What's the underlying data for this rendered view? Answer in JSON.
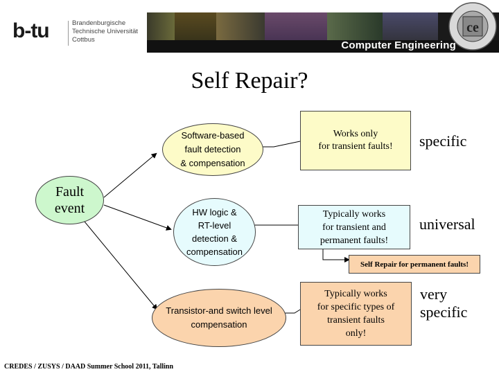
{
  "logo": {
    "mark": "b-tu",
    "line1": "Brandenburgische",
    "line2": "Technische Universität",
    "line3": "Cottbus"
  },
  "header": {
    "department": "Computer Engineering"
  },
  "title": "Self Repair?",
  "diagram": {
    "fault_event": "Fault\nevent",
    "approaches": [
      {
        "label": "Software-based\nfault detection\n& compensation",
        "result": "Works only\nfor transient faults!",
        "scope": "specific",
        "color": "#fdfbc8"
      },
      {
        "label": "HW logic &\nRT-level\ndetection &\ncompensation",
        "result": "Typically works\nfor transient and\npermanent faults!",
        "scope": "universal",
        "color": "#e6fbfd"
      },
      {
        "label": "Transistor-and switch level\ncompensation",
        "result": "Typically works\nfor specific types of\ntransient faults\nonly!",
        "scope": "very\nspecific",
        "color": "#fbd4ad"
      }
    ],
    "callout": "Self Repair for permanent faults!"
  },
  "footer": "CREDES / ZUSYS / DAAD Summer School 2011, Tallinn",
  "colors": {
    "fault_fill": "#cdf7cd",
    "callout_fill": "#fbd4ad",
    "header_band": "#1a1a1a"
  }
}
